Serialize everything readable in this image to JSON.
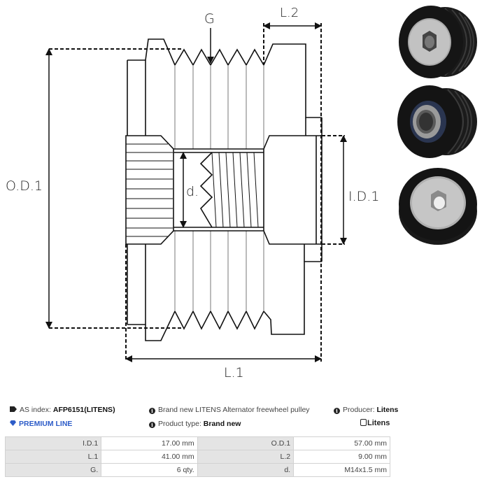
{
  "diagram": {
    "labels": {
      "groove": "G",
      "length_2": "L.2",
      "outer_diameter": "O.D.1",
      "inner_diameter": "I.D.1",
      "thread": "d.",
      "length_1": "L.1"
    },
    "line_color": "#111111"
  },
  "photos": [
    {
      "name": "pulley-photo-front-hex",
      "view": "front with hex socket"
    },
    {
      "name": "pulley-photo-rear-bearing",
      "view": "rear with bearing"
    },
    {
      "name": "pulley-photo-front-cap",
      "view": "front with steel cap"
    }
  ],
  "info": {
    "as_index_label": "AS index:",
    "as_index_value": "AFP6151(LITENS)",
    "premium_line": "PREMIUM LINE",
    "description": "Brand new LITENS Alternator freewheel pulley",
    "product_type_label": "Product type:",
    "product_type_value": "Brand new",
    "producer_label": "Producer:",
    "producer_value": "Litens",
    "brand_logo_text": "Litens",
    "accent_color": "#2d5cc8"
  },
  "specs": {
    "rows": [
      {
        "k1": "I.D.1",
        "v1": "17.00 mm",
        "k2": "O.D.1",
        "v2": "57.00 mm"
      },
      {
        "k1": "L.1",
        "v1": "41.00 mm",
        "k2": "L.2",
        "v2": "9.00 mm"
      },
      {
        "k1": "G.",
        "v1": "6 qty.",
        "k2": "d.",
        "v2": "M14x1.5 mm"
      }
    ]
  }
}
